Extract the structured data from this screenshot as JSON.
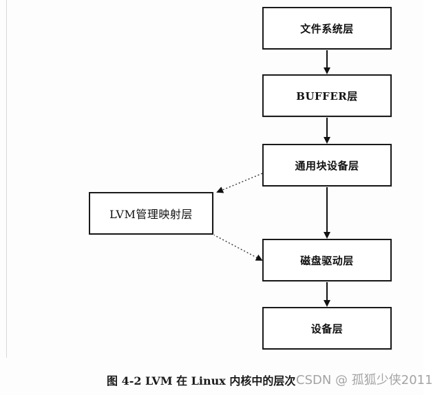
{
  "diagram": {
    "boxes": {
      "filesystem": "文件系统层",
      "buffer": "BUFFER层",
      "generic_block": "通用块设备层",
      "lvm": "LVM管理映射层",
      "disk_driver": "磁盘驱动层",
      "device": "设备层"
    },
    "caption": "图 4-2   LVM 在 Linux 内核中的层次",
    "watermark": "CSDN @ 孤狐少侠2011"
  }
}
